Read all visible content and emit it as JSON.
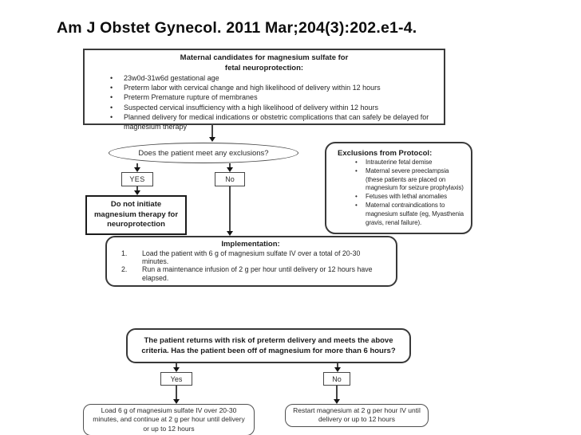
{
  "page": {
    "citation": "Am J Obstet Gynecol. 2011 Mar;204(3):202.e1-4."
  },
  "colors": {
    "background": "#ffffff",
    "text": "#222222",
    "border": "#3a3a3a"
  },
  "flowchart": {
    "criteria_box": {
      "heading_line1": "Maternal candidates for magnesium sulfate for",
      "heading_line2": "fetal neuroprotection:",
      "bullets": [
        "23w0d-31w6d gestational age",
        "Preterm labor with cervical change and high likelihood of delivery within 12 hours",
        "Preterm Premature rupture of membranes",
        "Suspected cervical insufficiency with a high likelihood of delivery within 12 hours",
        "Planned delivery for medical indications or obstetric complications that can safely be delayed for magnesium therapy"
      ]
    },
    "exclusion_question": "Does the patient meet any exclusions?",
    "yes_label": "YES",
    "no_label": "No",
    "do_not_initiate": "Do not initiate magnesium therapy for neuroprotection",
    "exclusions_box": {
      "title": "Exclusions from Protocol:",
      "bullets": [
        "Intrauterine fetal demise",
        "Maternal severe preeclampsia (these patients are placed on magnesium for seizure prophylaxis)",
        "Fetuses with lethal anomalies",
        "Maternal contraindications to magnesium sulfate (eg, Myasthenia gravis, renal failure)."
      ]
    },
    "implementation_box": {
      "title": "Implementation:",
      "step_numbers": [
        "1.",
        "2."
      ],
      "steps": [
        "Load the patient with 6 g of magnesium sulfate IV over a total of 20-30 minutes.",
        "Run a maintenance infusion of 2 g per hour until delivery or 12 hours have elapsed."
      ]
    },
    "returns_question": "The patient returns with risk of preterm delivery and meets the above criteria. Has the patient been off of magnesium for more than 6 hours?",
    "yes2_label": "Yes",
    "no2_label": "No",
    "reload_action": "Load 6 g of magnesium sulfate IV over 20-30 minutes, and continue at 2 g per hour until delivery or up to 12 hours",
    "restart_action": "Restart magnesium at 2 g per hour IV until delivery or up to 12 hours"
  }
}
